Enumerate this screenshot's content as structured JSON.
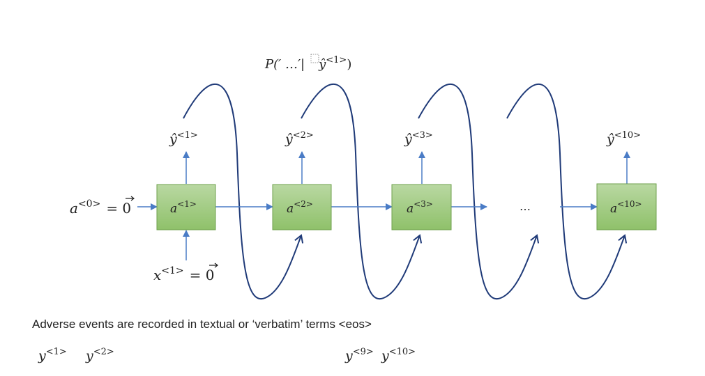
{
  "colors": {
    "cell_fill_top": "#b9d8a2",
    "cell_fill_bottom": "#8fc16a",
    "cell_border": "#6fa04e",
    "arrow": "#4a7cc6",
    "sampling_curve": "#1f3a78",
    "text": "#222222"
  },
  "labels": {
    "a0": "a",
    "a0_sup": "<0>",
    "a0_eq": "= 0",
    "x1": "x",
    "x1_sup": "<1>",
    "x1_eq": "= 0",
    "prob": "P(′ …′|",
    "prob_y": "ŷ",
    "prob_sup": "<1>",
    "prob_close": ")",
    "ellipsis": "…"
  },
  "cells": [
    {
      "label": "a",
      "sup": "<1>",
      "output": "ŷ",
      "output_sup": "<1>"
    },
    {
      "label": "a",
      "sup": "<2>",
      "output": "ŷ",
      "output_sup": "<2>"
    },
    {
      "label": "a",
      "sup": "<3>",
      "output": "ŷ",
      "output_sup": "<3>"
    },
    {
      "label": "a",
      "sup": "<10>",
      "output": "ŷ",
      "output_sup": "<10>"
    }
  ],
  "sentence": "Adverse events are recorded in textual or ‘verbatim’ terms <eos>",
  "sequence": [
    {
      "label": "y",
      "sup": "<1>"
    },
    {
      "label": "y",
      "sup": "<2>"
    },
    {
      "label": "y",
      "sup": "<9>"
    },
    {
      "label": "y",
      "sup": "<10>"
    }
  ]
}
